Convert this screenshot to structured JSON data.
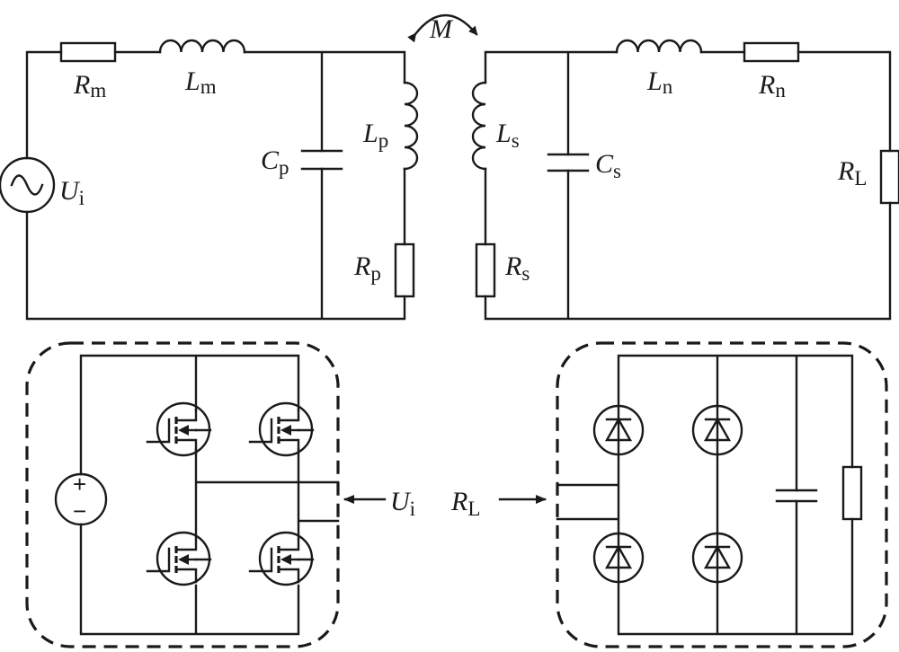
{
  "labels": {
    "mutual": {
      "main": "M"
    },
    "Rm": {
      "main": "R",
      "sub": "m"
    },
    "Lm": {
      "main": "L",
      "sub": "m"
    },
    "Cp": {
      "main": "C",
      "sub": "p"
    },
    "Lp": {
      "main": "L",
      "sub": "p"
    },
    "Rp": {
      "main": "R",
      "sub": "p"
    },
    "Ui_src": {
      "main": "U",
      "sub": "i"
    },
    "Ls": {
      "main": "L",
      "sub": "s"
    },
    "Cs": {
      "main": "C",
      "sub": "s"
    },
    "Rs": {
      "main": "R",
      "sub": "s"
    },
    "Ln": {
      "main": "L",
      "sub": "n"
    },
    "Rn": {
      "main": "R",
      "sub": "n"
    },
    "RL_load": {
      "main": "R",
      "sub": "L"
    },
    "Ui_arrow": {
      "main": "U",
      "sub": "i"
    },
    "RL_arrow": {
      "main": "R",
      "sub": "L"
    }
  },
  "dc_source": {
    "plus": "+",
    "minus": "−"
  }
}
